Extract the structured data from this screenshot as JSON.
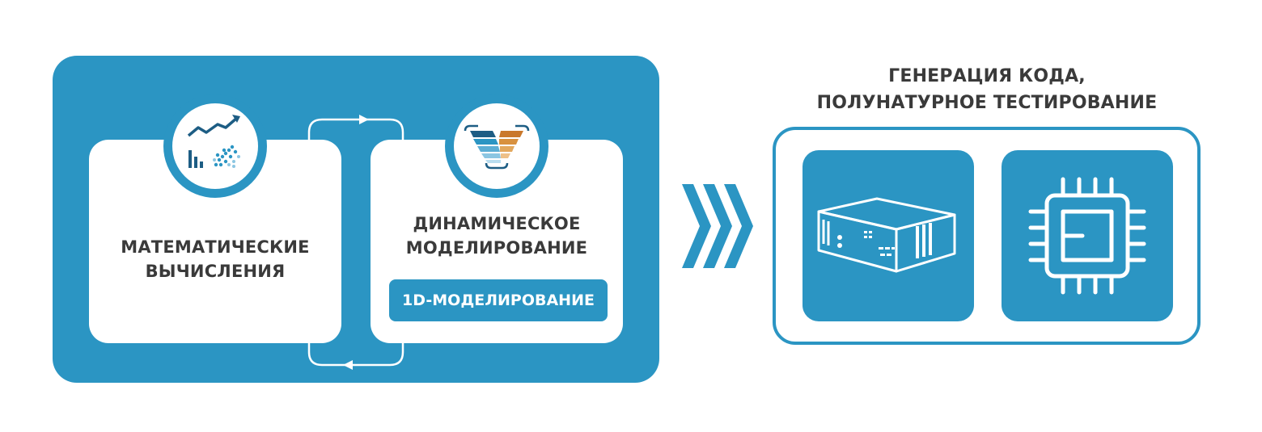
{
  "colors": {
    "primary": "#2b95c3",
    "text": "#3a3a3a",
    "background": "#ffffff"
  },
  "left_block": {
    "math_card": {
      "icon": "chart-analytics-icon",
      "label_line1": "МАТЕМАТИЧЕСКИЕ",
      "label_line2": "ВЫЧИСЛЕНИЯ"
    },
    "dynamic_card": {
      "icon": "v-model-icon",
      "label_line1": "ДИНАМИЧЕСКОЕ",
      "label_line2": "МОДЕЛИРОВАНИЕ",
      "chip_label": "1D-МОДЕЛИРОВАНИЕ"
    },
    "cycle_arrows": [
      "arrow-right-icon",
      "arrow-left-icon"
    ]
  },
  "flow_arrow": "triple-chevron-icon",
  "right_block": {
    "title_line1": "ГЕНЕРАЦИЯ КОДА,",
    "title_line2": "ПОЛУНАТУРНОЕ ТЕСТИРОВАНИЕ",
    "tiles": [
      {
        "icon": "hardware-box-icon"
      },
      {
        "icon": "processor-chip-icon"
      }
    ]
  }
}
